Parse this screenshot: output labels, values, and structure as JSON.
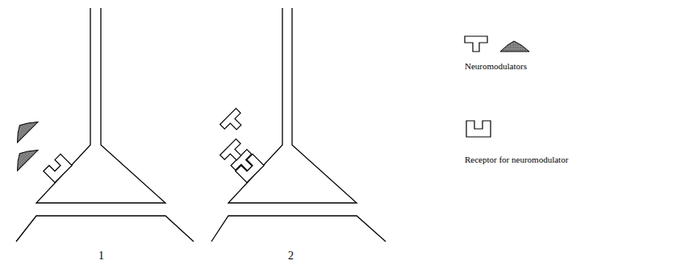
{
  "diagram": {
    "labels": [
      "1",
      "2"
    ],
    "legend": [
      {
        "text": "Neuromodulators"
      },
      {
        "text": "Receptor for neuromodulator"
      }
    ]
  }
}
